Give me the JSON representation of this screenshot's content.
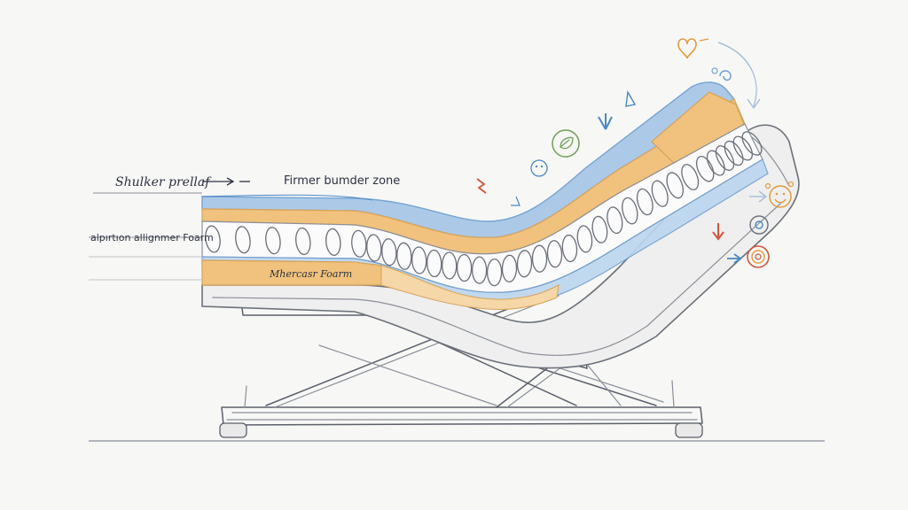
{
  "labels": {
    "shoulder": "Shulker prellaf",
    "firmer": "Firmer bumder zone",
    "alignment": "alpırtıon allignmer Foarm",
    "memory": "Mhercasr Foarm"
  },
  "colors": {
    "foam_orange": "#f1c27d",
    "foam_orange_edge": "#d9a35a",
    "foam_blue": "#a9c8e8",
    "foam_blue_edge": "#6f9fd1",
    "accent_red": "#d2553b",
    "accent_green": "#6f9f56",
    "accent_blue": "#4b88c6",
    "accent_orange": "#e39a3c"
  },
  "icons": [
    {
      "name": "heart-icon",
      "color": "#e39a3c"
    },
    {
      "name": "swirl-icon",
      "color": "#4b88c6"
    },
    {
      "name": "leaf-icon",
      "color": "#6f9f56"
    },
    {
      "name": "bolt-icon",
      "color": "#d2553b"
    },
    {
      "name": "smile-icon",
      "color": "#e39a3c"
    },
    {
      "name": "target-icon",
      "color": "#d2553b"
    },
    {
      "name": "gear-icon",
      "color": "#4b88c6"
    }
  ]
}
